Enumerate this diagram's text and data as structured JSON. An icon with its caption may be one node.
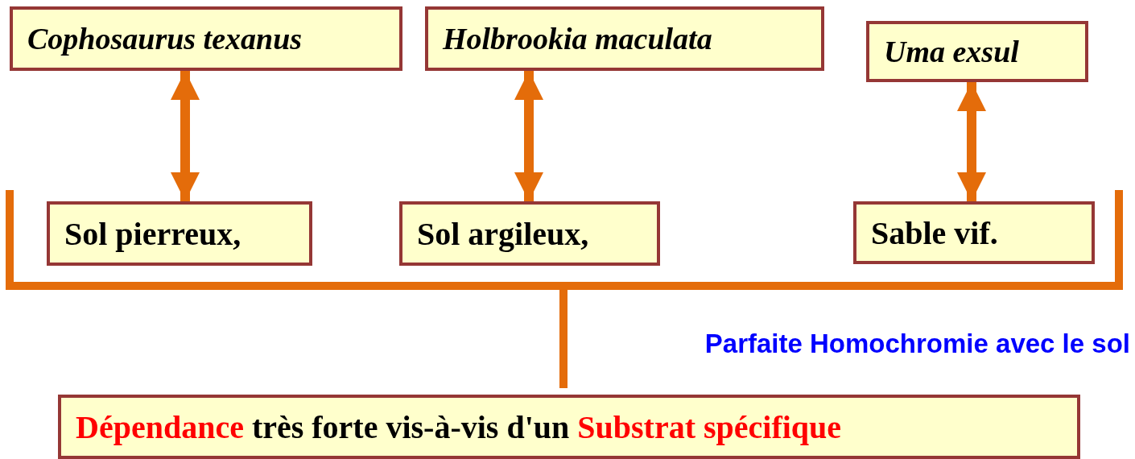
{
  "diagram": {
    "nodes": [
      {
        "text": [
          "Cophosaurus texanus"
        ]
      },
      {
        "text": [
          "Holbrookia maculata"
        ]
      },
      {
        "text": [
          "Uma exsul"
        ]
      },
      {
        "text": [
          "Sol pierreux,"
        ]
      },
      {
        "text": [
          "Sol argileux,"
        ]
      },
      {
        "text": [
          "Sable vif."
        ]
      },
      {
        "text": [
          "Dépendance",
          "très forte vis-à-vis d'un",
          "Substrat spécifique"
        ]
      }
    ],
    "edges": [
      {
        "from": 0,
        "to": 3,
        "arrow": "both"
      },
      {
        "from": 1,
        "to": 4,
        "arrow": "both"
      },
      {
        "from": 2,
        "to": 5,
        "arrow": "both"
      }
    ],
    "labels": [
      "Parfaite Homochromie avec le sol"
    ]
  }
}
